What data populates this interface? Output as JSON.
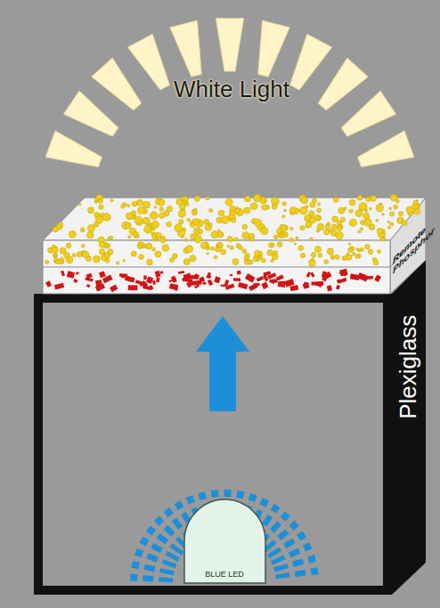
{
  "diagram": {
    "nodes": [
      {
        "text": [
          "Remote Phosphor"
        ]
      },
      {
        "text": [
          "Plexiglass"
        ]
      },
      {
        "text": [
          "BLUE LED"
        ],
        "in": 1
      }
    ],
    "labels": [
      "White Light"
    ]
  }
}
